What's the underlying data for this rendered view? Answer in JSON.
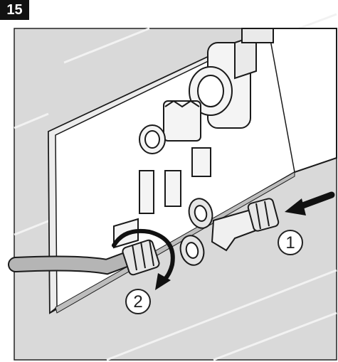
{
  "step": {
    "number": "15"
  },
  "callouts": [
    {
      "label": "1",
      "meaning": "push-connector-in"
    },
    {
      "label": "2",
      "meaning": "rotate-nut-to-tighten"
    }
  ],
  "colors": {
    "wall": "#d9d9d9",
    "tile_line": "#f2f2f2",
    "recess": "#ffffff",
    "line": "#1a1a1a",
    "hose": "#b5b5b5",
    "fitting": "#e6e6e6",
    "arrow": "#111111",
    "frame": "#222222"
  },
  "icons": [
    "push-arrow-icon",
    "rotate-arrow-icon"
  ]
}
